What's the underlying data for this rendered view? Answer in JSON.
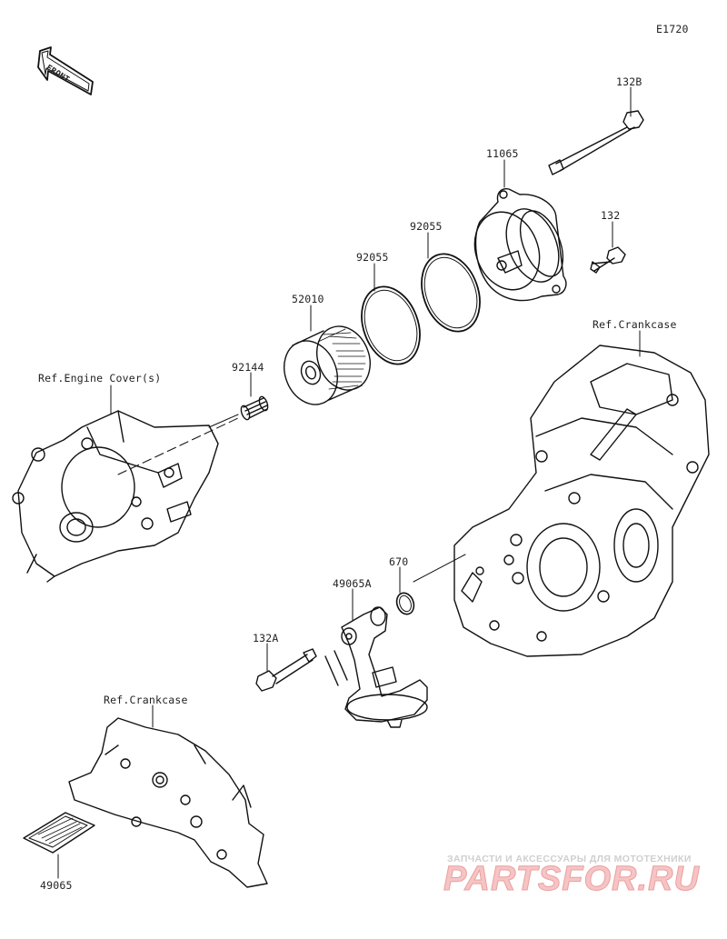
{
  "diagram_code": "E1720",
  "front_marker": "FRONT",
  "parts": {
    "bolt_132B": "132B",
    "oil_filter_cover": "11065",
    "bolt_132": "132",
    "o_ring_outer": "92055",
    "o_ring_inner": "92055",
    "oil_filter": "52010",
    "spring": "92144",
    "o_ring_small": "670",
    "oil_pipe_strainer": "49065A",
    "bolt_132A": "132A",
    "screen": "49065"
  },
  "refs": {
    "engine_cover": "Ref.Engine Cover(s)",
    "crankcase_right": "Ref.Crankcase",
    "crankcase_bottom": "Ref.Crankcase"
  },
  "watermark": {
    "subtitle": "ЗАПЧАСТИ И АКСЕССУАРЫ ДЛЯ МОТОТЕХНИКИ",
    "logo": "PARTSFOR.RU"
  }
}
